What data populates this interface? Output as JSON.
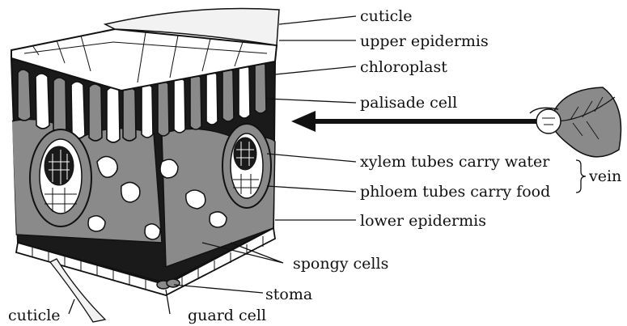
{
  "labels": {
    "cuticle_top": "cuticle",
    "upper_epidermis": "upper epidermis",
    "chloroplast": "chloroplast",
    "palisade_cell": "palisade cell",
    "xylem": "xylem tubes carry water",
    "phloem": "phloem tubes carry food",
    "vein": "vein",
    "lower_epidermis": "lower epidermis",
    "spongy_cells": "spongy cells",
    "stoma": "stoma",
    "cuticle_bottom": "cuticle",
    "guard_cell": "guard cell"
  },
  "colors": {
    "outline": "#111111",
    "cell_gray": "#8a8a8a",
    "dark_fill": "#1a1a1a",
    "light_cell": "#ffffff"
  },
  "icons": {
    "arrow": "left-arrow",
    "leaf": "leaf-icon"
  }
}
